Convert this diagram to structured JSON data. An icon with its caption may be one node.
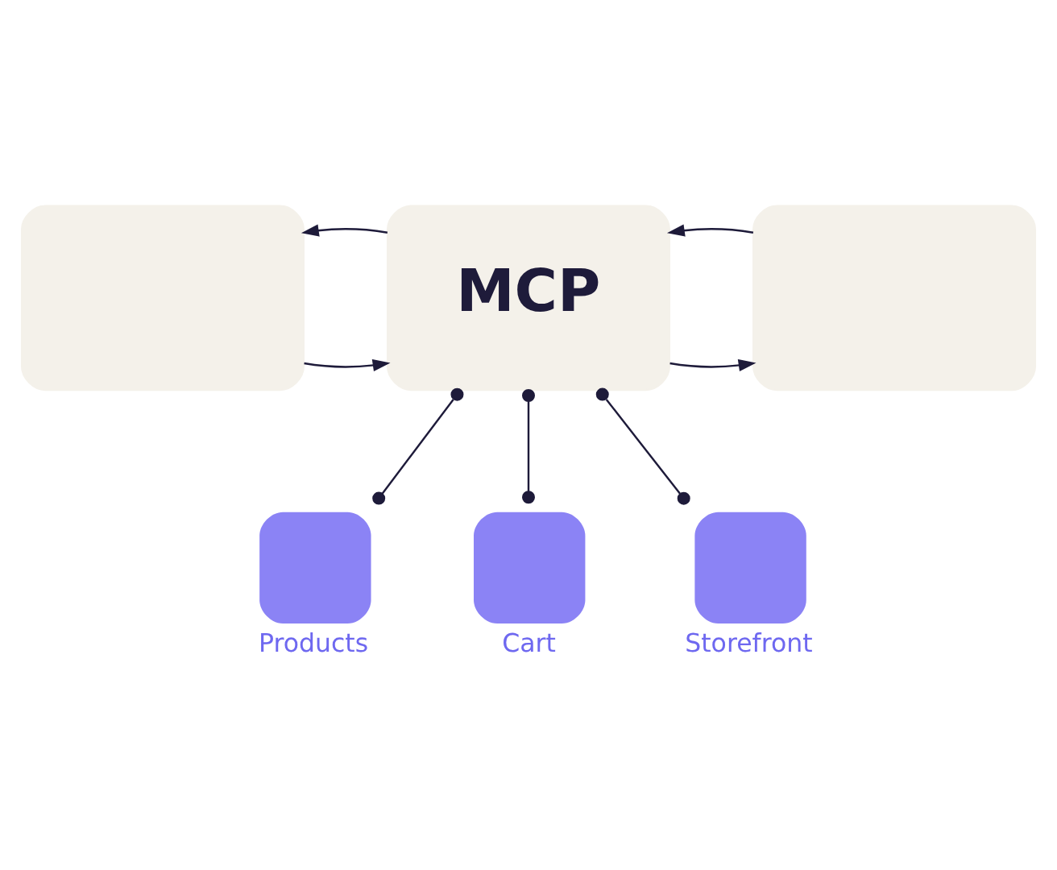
{
  "diagram": {
    "nodes": [
      {
        "text": [],
        "shape": "box"
      },
      {
        "text": [
          "MCP"
        ]
      },
      {
        "text": [],
        "shape": "box"
      },
      {
        "text": [],
        "shape": "box",
        "beside": [
          "Products"
        ]
      },
      {
        "text": [],
        "shape": "box",
        "beside": [
          "Cart"
        ]
      },
      {
        "text": [],
        "shape": "box",
        "beside": [
          "Storefront"
        ]
      }
    ],
    "edges": [
      {
        "from": 0,
        "to": 1,
        "arrow": "to"
      },
      {
        "from": 1,
        "to": 0,
        "arrow": "to"
      },
      {
        "from": 1,
        "to": 2,
        "arrow": "to"
      },
      {
        "from": 2,
        "to": 1,
        "arrow": "to"
      },
      {
        "from": 1,
        "to": 3,
        "arrow": "other"
      },
      {
        "from": 1,
        "to": 4,
        "arrow": "other"
      },
      {
        "from": 1,
        "to": 5,
        "arrow": "other"
      }
    ]
  }
}
